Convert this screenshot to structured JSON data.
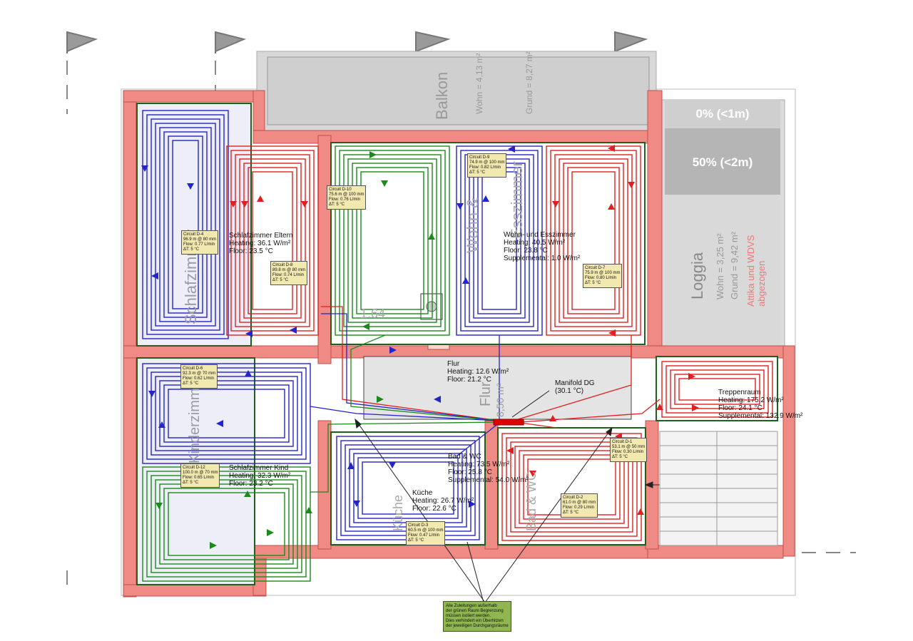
{
  "colors": {
    "wall": "#f08a84",
    "wall_edge": "#c0504d",
    "cold": "#2424c8",
    "warm": "#e02020",
    "green_circuit": "#1a8a1a",
    "room_border": "#1f5f1f",
    "note_bg": "#8fb650",
    "label_bg": "#f2e9b0",
    "gray_zone": "#b5b5b5",
    "manifold": "#e00000"
  },
  "icons": [
    "flag-marker-icon",
    "flow-arrow-icon",
    "manifold-icon",
    "chimney-icon",
    "stair-icon"
  ],
  "zones": {
    "zone_0": "0% (<1m)",
    "zone_50": "50% (<2m)"
  },
  "background_labels": {
    "balkon": "Balkon",
    "balkon_wohn": "Wohn = 4,13 m²",
    "balkon_grund": "Grund = 8,27 m²",
    "loggia": "Loggia",
    "loggia_wohn": "Wohn = 3,25 m²",
    "loggia_grund": "Grund = 9,42 m²",
    "loggia_note": "Attika und WDVS abgezogen",
    "schlaf_eltern_vert": "Schlafzimmer",
    "wohn_vert": "Wohn &",
    "esszimmer_vert": "Esszimmer",
    "flur_vert": "Flur",
    "flur_area": "8,50 m²",
    "kinder_vert": "Kinderzimmer",
    "kueche_vert": "Küche",
    "bad_vert": "Bad & WC",
    "num_164": "1.64"
  },
  "rooms": {
    "schlaf_eltern": {
      "name": "Schlafzimmer Eltern",
      "heating": "Heating: 36.1 W/m²",
      "floor": "Floor: 23.5 °C"
    },
    "wohn_ess": {
      "name": "Wohn- und Esszimmer",
      "heating": "Heating: 40.5 W/m²",
      "floor": "Floor: 23.8 °C",
      "supplemental": "Supplemental: 1.0 W/m²"
    },
    "flur": {
      "name": "Flur",
      "heating": "Heating: 12.6 W/m²",
      "floor": "Floor: 21.2 °C"
    },
    "treppenraum": {
      "name": "Treppenraum",
      "heating": "Heating: 175.2 W/m²",
      "floor": "Floor: 24.1 °C",
      "supplemental": "Supplemental: 132.9 W/m²"
    },
    "schlaf_kind": {
      "name": "Schlafzimmer Kind",
      "heating": "Heating: 32.3 W/m²",
      "floor": "Floor: 23.2 °C"
    },
    "bad_wc": {
      "name": "Bad & WC",
      "heating": "Heating: 73.5 W/m²",
      "floor": "Floor: 25.8 °C",
      "supplemental": "Supplemental: 54.0 W/m²"
    },
    "kueche": {
      "name": "Küche",
      "heating": "Heating: 26.7 W/m²",
      "floor": "Floor: 22.6 °C"
    }
  },
  "manifold": {
    "name": "Manifold DG",
    "temp": "(30.1 °C)"
  },
  "circuits": {
    "d1": {
      "name": "Circuit D-1",
      "len": "53.1 m @ 50 mm",
      "flow": "Flow: 0.30 L/min",
      "dt": "ΔT: 5 °C"
    },
    "d2": {
      "name": "Circuit D-2",
      "len": "61.0 m @ 80 mm",
      "flow": "Flow: 0.29 L/min",
      "dt": "ΔT: 5 °C"
    },
    "d3": {
      "name": "Circuit D-3",
      "len": "60.5 m @ 100 mm",
      "flow": "Flow: 0.47 L/min",
      "dt": "ΔT: 5 °C"
    },
    "d4": {
      "name": "Circuit D-4",
      "len": "96.9 m @ 80 mm",
      "flow": "Flow: 0.77 L/min",
      "dt": "ΔT: 5 °C"
    },
    "d6": {
      "name": "Circuit D-6",
      "len": "92.3 m @ 70 mm",
      "flow": "Flow: 0.62 L/min",
      "dt": "ΔT: 5 °C"
    },
    "d7": {
      "name": "Circuit D-7",
      "len": "75.9 m @ 100 mm",
      "flow": "Flow: 0.80 L/min",
      "dt": "ΔT: 5 °C"
    },
    "d8": {
      "name": "Circuit D-8",
      "len": "89.8 m @ 80 mm",
      "flow": "Flow: 0.74 L/min",
      "dt": "ΔT: 5 °C"
    },
    "d9": {
      "name": "Circuit D-9",
      "len": "74.9 m @ 100 mm",
      "flow": "Flow: 0.82 L/min",
      "dt": "ΔT: 5 °C"
    },
    "d10": {
      "name": "Circuit D-10",
      "len": "75.6 m @ 100 mm",
      "flow": "Flow: 0.76 L/min",
      "dt": "ΔT: 5 °C"
    },
    "d12": {
      "name": "Circuit D-12",
      "len": "100.0 m @ 70 mm",
      "flow": "Flow: 0.65 L/min",
      "dt": "ΔT: 5 °C"
    }
  },
  "note": {
    "line1": "Alle Zuleitungen außerhalb",
    "line2": "der grünen Raum Begrenzung",
    "line3": "müssen isoliert werden.",
    "line4": "Dies verhindert ein Überhitzen",
    "line5": "der jeweiligen Durchgangsräume"
  }
}
